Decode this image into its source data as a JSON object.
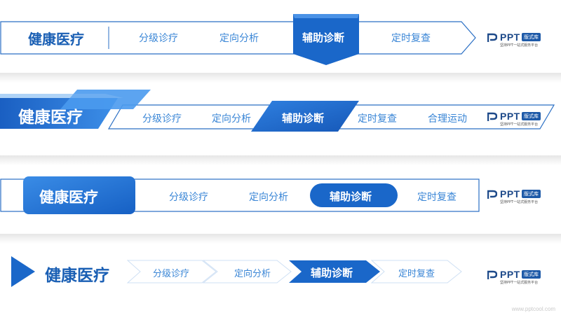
{
  "banners": [
    {
      "title": "健康医疗",
      "items": [
        "分级诊疗",
        "定向分析",
        "辅助诊断",
        "定时复查"
      ],
      "active": "辅助诊断"
    },
    {
      "title": "健康医疗",
      "items": [
        "分级诊疗",
        "定向分析",
        "辅助诊断",
        "定时复查",
        "合理运动"
      ],
      "active": "辅助诊断"
    },
    {
      "title": "健康医疗",
      "items": [
        "分级诊疗",
        "定向分析",
        "辅助诊断",
        "定时复查"
      ],
      "active": "辅助诊断"
    },
    {
      "title": "健康医疗",
      "items": [
        "分级诊疗",
        "定向分析",
        "辅助诊断",
        "定时复查"
      ],
      "active": "辅助诊断"
    }
  ],
  "logo": {
    "brand": "PPT",
    "tag": "版式库",
    "subtitle": "坚持PPT一站式服务平台"
  },
  "footer_url": "www.pptcool.com",
  "colors": {
    "primary": "#1565c0",
    "accent": "#2a7fe0",
    "nav_text": "#3a86d6",
    "outline": "#2a6fc4"
  }
}
